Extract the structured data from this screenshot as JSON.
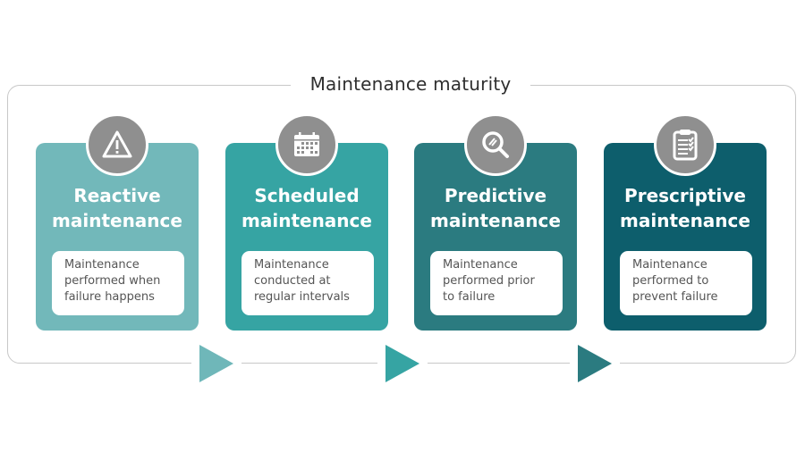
{
  "diagram": {
    "title": "Maintenance maturity",
    "stages": [
      {
        "title_line1": "Reactive",
        "title_line2": "maintenance",
        "desc_line1": "Maintenance",
        "desc_line2": "performed when",
        "desc_line3": "failure happens",
        "icon": "warning-icon",
        "color": "#72b8ba"
      },
      {
        "title_line1": "Scheduled",
        "title_line2": "maintenance",
        "desc_line1": "Maintenance",
        "desc_line2": "conducted at",
        "desc_line3": "regular intervals",
        "icon": "calendar-icon",
        "color": "#36a4a3"
      },
      {
        "title_line1": "Predictive",
        "title_line2": "maintenance",
        "desc_line1": "Maintenance",
        "desc_line2": "performed prior",
        "desc_line3": "to failure",
        "icon": "magnifier-icon",
        "color": "#2b7b80"
      },
      {
        "title_line1": "Prescriptive",
        "title_line2": "maintenance",
        "desc_line1": "Maintenance",
        "desc_line2": "performed to",
        "desc_line3": "prevent failure",
        "icon": "clipboard-icon",
        "color": "#0d5e6c"
      }
    ],
    "arrows": [
      {
        "color": "#6fb7b9"
      },
      {
        "color": "#36a4a3"
      },
      {
        "color": "#2b7b80"
      }
    ],
    "icon_circle_color": "#8f8f8f",
    "frame_color": "#c8c8c8"
  }
}
